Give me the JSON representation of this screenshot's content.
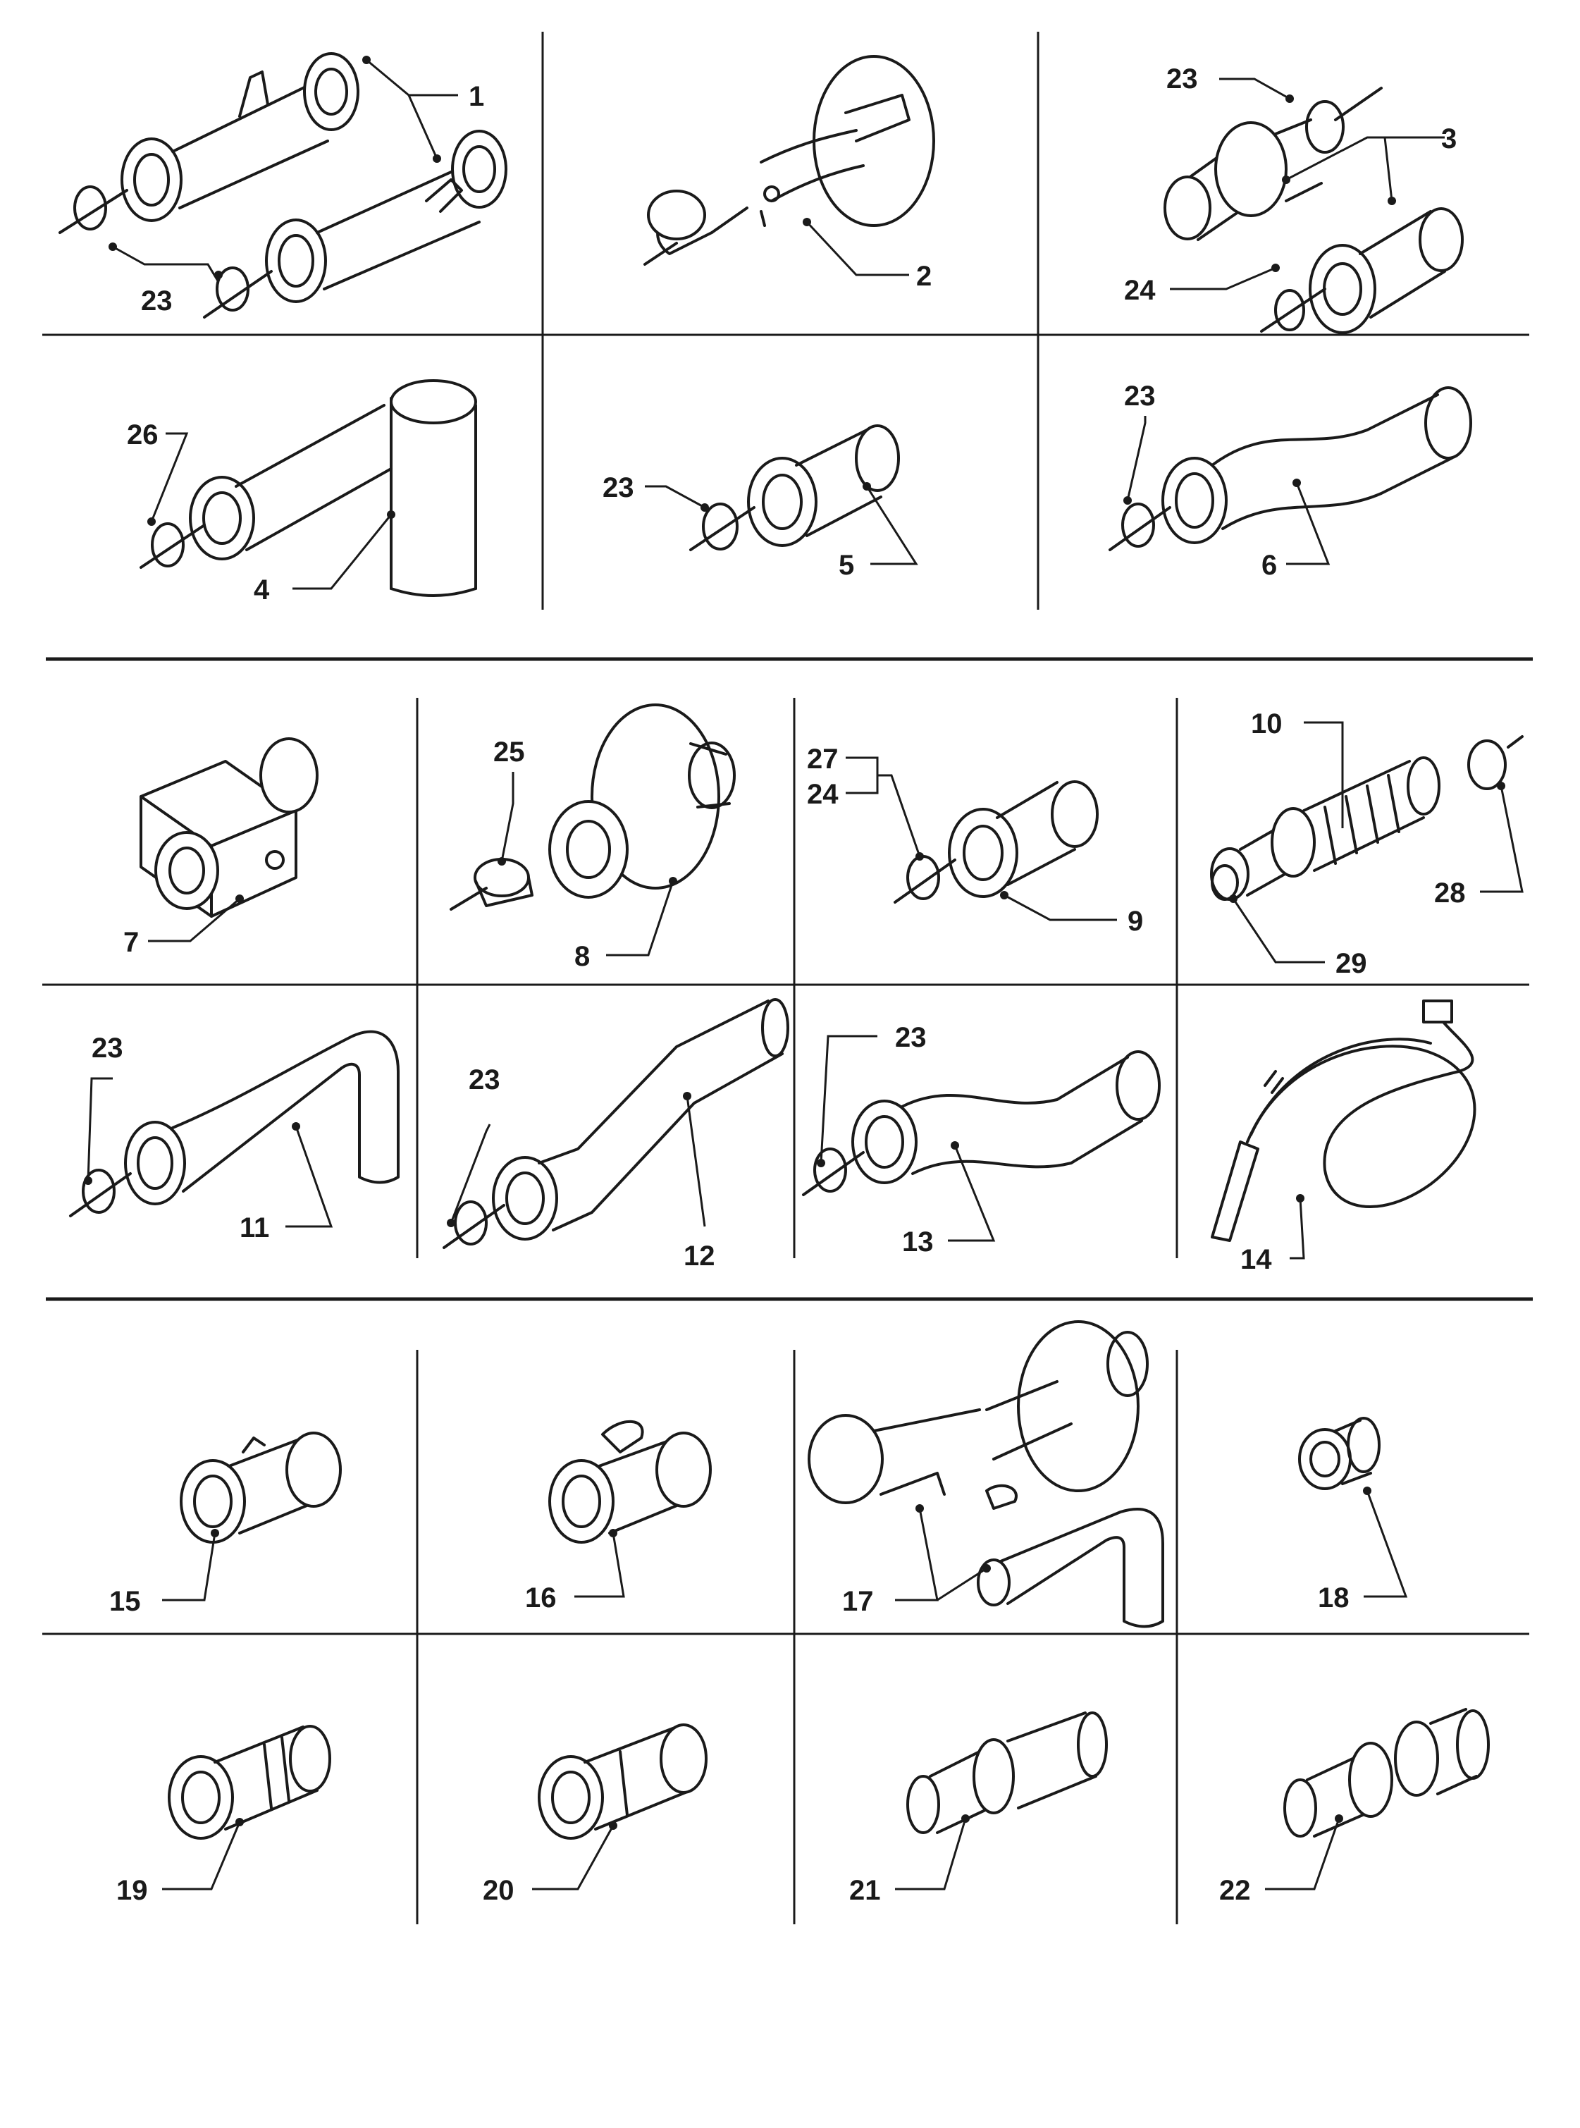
{
  "callouts": {
    "c1": "1",
    "c2": "2",
    "c3": "3",
    "c4": "4",
    "c5": "5",
    "c6": "6",
    "c7": "7",
    "c8": "8",
    "c9": "9",
    "c10": "10",
    "c11": "11",
    "c12": "12",
    "c13": "13",
    "c14": "14",
    "c15": "15",
    "c16": "16",
    "c17": "17",
    "c18": "18",
    "c19": "19",
    "c20": "20",
    "c21": "21",
    "c22": "22",
    "c23": "23",
    "c24": "24",
    "c25": "25",
    "c26": "26",
    "c27": "27",
    "c28": "28",
    "c29": "29"
  },
  "colors": {
    "ink": "#1a1a1a",
    "paper": "#ffffff"
  }
}
